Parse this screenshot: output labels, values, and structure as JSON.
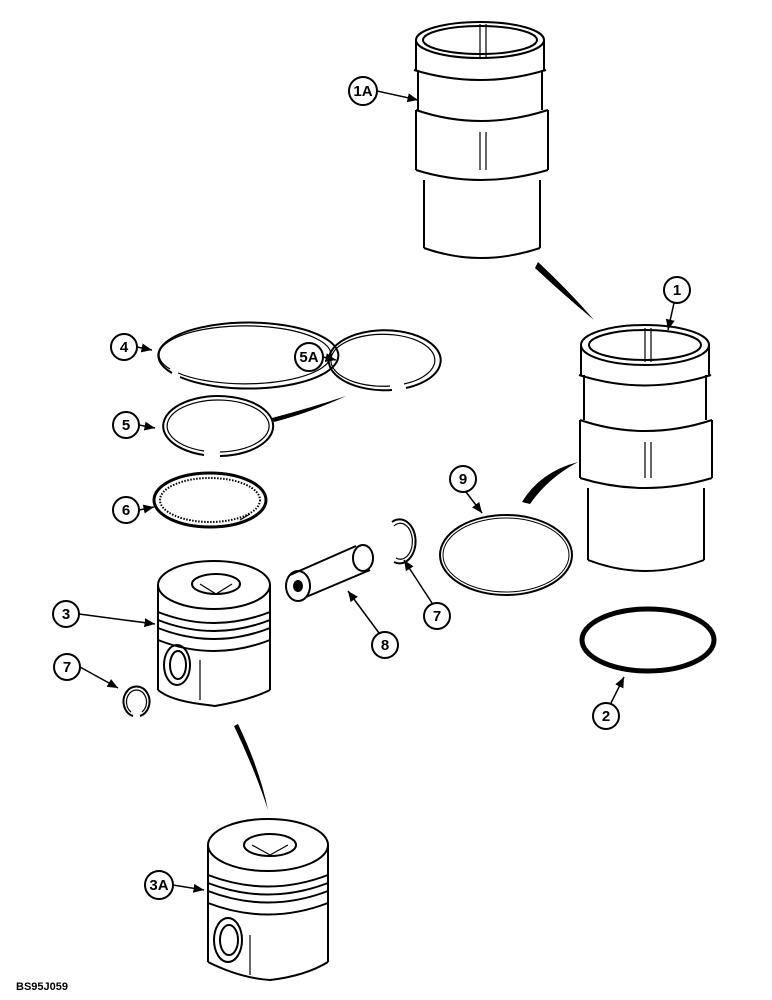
{
  "callouts": {
    "c1a": "1A",
    "c1": "1",
    "c2": "2",
    "c3": "3",
    "c3a": "3A",
    "c4": "4",
    "c5": "5",
    "c5a": "5A",
    "c6": "6",
    "c7a": "7",
    "c7b": "7",
    "c8": "8",
    "c9": "9"
  },
  "figure_code": "BS95J059"
}
